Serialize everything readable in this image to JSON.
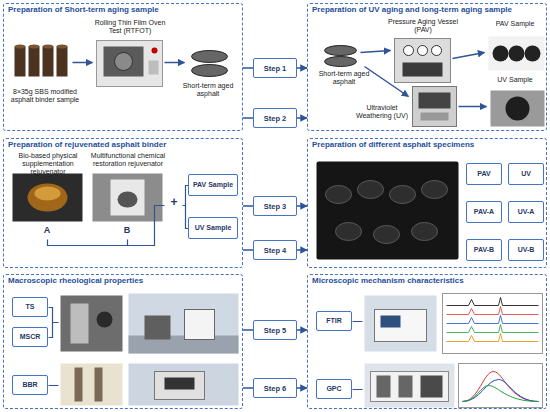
{
  "diagram": {
    "nodes": [
      {
        "text": [
          "Preparation of Short-term aging sample"
        ]
      },
      {
        "text": [
          "Preparation of UV aging and long-term aging sample"
        ]
      },
      {
        "text": [
          "Step 1"
        ]
      },
      {
        "text": [
          "Step 2"
        ]
      },
      {
        "text": [
          "Preparation of rejuvenated asphalt binder"
        ]
      },
      {
        "text": [
          "PAV Sample"
        ],
        "in": 4
      },
      {
        "text": [
          "UV Sample"
        ],
        "in": 4
      },
      {
        "text": [
          "Preparation of different asphalt specimens"
        ]
      },
      {
        "text": [
          "PAV"
        ],
        "in": 7
      },
      {
        "text": [
          "UV"
        ],
        "in": 7
      },
      {
        "text": [
          "PAV-A"
        ],
        "in": 7
      },
      {
        "text": [
          "UV-A"
        ],
        "in": 7
      },
      {
        "text": [
          "PAV-B"
        ],
        "in": 7
      },
      {
        "text": [
          "UV-B"
        ],
        "in": 7
      },
      {
        "text": [
          "Step 3"
        ]
      },
      {
        "text": [
          "Step 4"
        ]
      },
      {
        "text": [
          "Macroscopic rheological properties"
        ]
      },
      {
        "text": [
          "TS"
        ],
        "in": 16
      },
      {
        "text": [
          "MSCR"
        ],
        "in": 16
      },
      {
        "text": [
          "BBR"
        ],
        "in": 16
      },
      {
        "text": [
          "Microscopic mechanism characteristics"
        ]
      },
      {
        "text": [
          "FTIR"
        ],
        "in": 20
      },
      {
        "text": [
          "GPC"
        ],
        "in": 20
      },
      {
        "text": [
          "Step 5"
        ]
      },
      {
        "text": [
          "Step 6"
        ]
      }
    ],
    "edges": [
      {
        "from": 0,
        "to": 2,
        "arrow": "none"
      },
      {
        "from": 2,
        "to": 1,
        "arrow": "to"
      },
      {
        "from": 0,
        "to": 3,
        "arrow": "none"
      },
      {
        "from": 3,
        "to": 1,
        "arrow": "to"
      },
      {
        "from": 4,
        "to": 14,
        "arrow": "none"
      },
      {
        "from": 14,
        "to": 7,
        "arrow": "to"
      },
      {
        "from": 4,
        "to": 15,
        "arrow": "none"
      },
      {
        "from": 15,
        "to": 7,
        "arrow": "to"
      },
      {
        "from": 16,
        "to": 23,
        "arrow": "none"
      },
      {
        "from": 23,
        "to": 20,
        "arrow": "to"
      },
      {
        "from": 16,
        "to": 24,
        "arrow": "none"
      },
      {
        "from": 24,
        "to": 20,
        "arrow": "to"
      }
    ],
    "labels": [
      "8×35g SBS modified asphalt binder sample",
      "Rolling Thin Film Oven Test (RTFOT)",
      "Short-term aged asphalt",
      "Short-term aged asphalt",
      "Pressure Aging Vessel (PAV)",
      "PAV Sample",
      "Ultraviolet Weathering (UV)",
      "UV Sample",
      "Bio-based physical supplementation rejuvenator",
      "A",
      "Multifunctional chemical restoration rejuvenator",
      "B",
      "+"
    ]
  }
}
